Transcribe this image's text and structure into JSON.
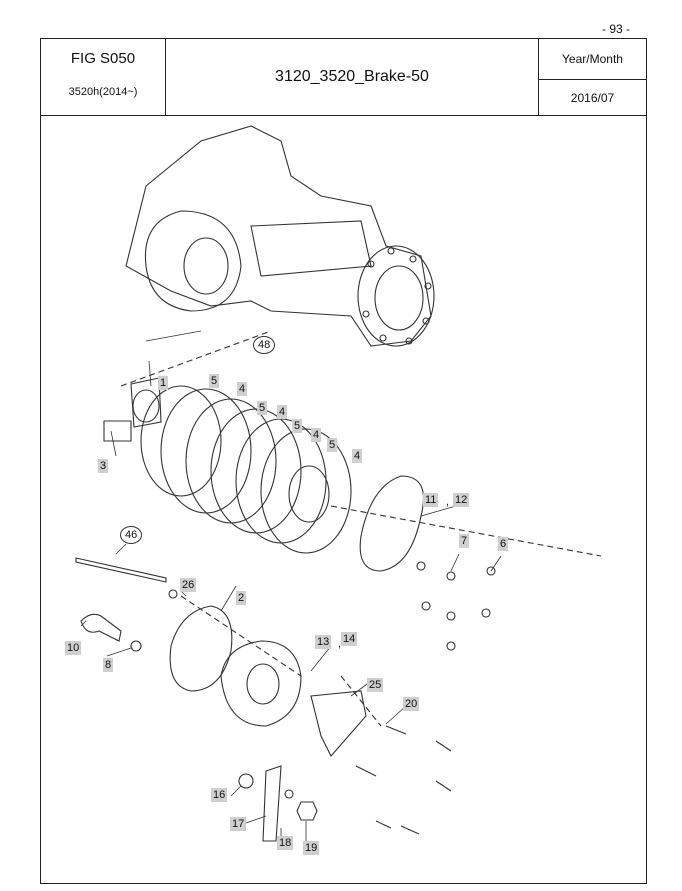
{
  "page_number": "- 93 -",
  "header": {
    "fig_code": "FIG S050",
    "model": "3520h(2014~)",
    "title": "3120_3520_Brake-50",
    "year_month_label": "Year/Month",
    "year_month_value": "2016/07"
  },
  "callouts": [
    {
      "id": "c48",
      "text": "48"
    },
    {
      "id": "c1",
      "text": "1"
    },
    {
      "id": "c5a",
      "text": "5"
    },
    {
      "id": "c4a",
      "text": "4"
    },
    {
      "id": "c5b",
      "text": "5"
    },
    {
      "id": "c4b",
      "text": "4"
    },
    {
      "id": "c5c",
      "text": "5"
    },
    {
      "id": "c4c",
      "text": "4"
    },
    {
      "id": "c5d",
      "text": "5"
    },
    {
      "id": "c4d",
      "text": "4"
    },
    {
      "id": "c3",
      "text": "3"
    },
    {
      "id": "c11",
      "text": "11"
    },
    {
      "id": "c12",
      "text": "12"
    },
    {
      "id": "c46",
      "text": "46"
    },
    {
      "id": "c7",
      "text": "7"
    },
    {
      "id": "c6",
      "text": "6"
    },
    {
      "id": "c26",
      "text": "26"
    },
    {
      "id": "c2",
      "text": "2"
    },
    {
      "id": "c10",
      "text": "10"
    },
    {
      "id": "c8",
      "text": "8"
    },
    {
      "id": "c13",
      "text": "13"
    },
    {
      "id": "c14",
      "text": "14"
    },
    {
      "id": "c25",
      "text": "25"
    },
    {
      "id": "c20",
      "text": "20"
    },
    {
      "id": "c16",
      "text": "16"
    },
    {
      "id": "c17",
      "text": "17"
    },
    {
      "id": "c18",
      "text": "18"
    },
    {
      "id": "c19",
      "text": "19"
    }
  ],
  "separators": {
    "comma": ","
  }
}
